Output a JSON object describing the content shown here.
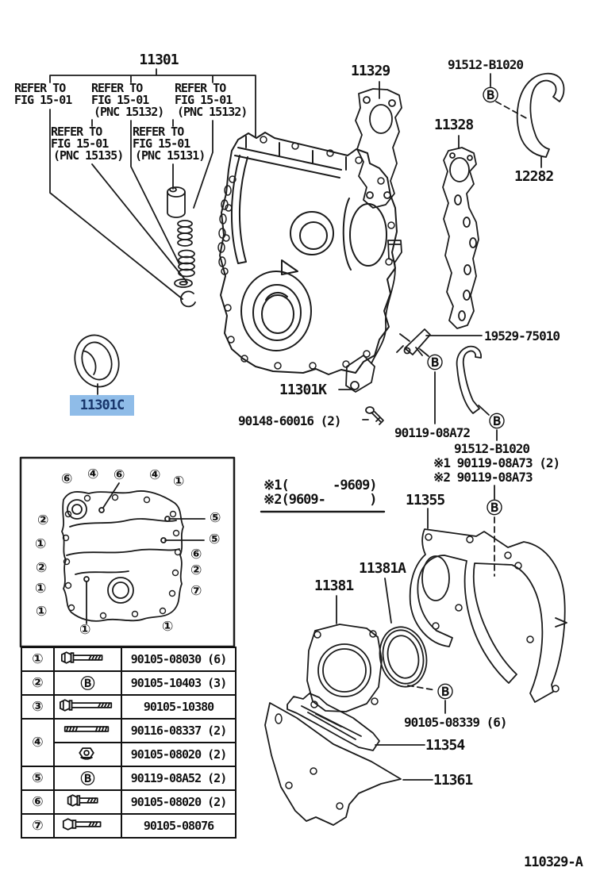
{
  "title": "11301",
  "footer_code": "110329-A",
  "marker_b": "Ⓑ",
  "colors": {
    "line": "#1b1b1b",
    "highlight_bg": "#8FBCE8",
    "highlight_fg": "#17356B"
  },
  "highlight": {
    "text": "11301C"
  },
  "refer_notes": [
    {
      "line1": "REFER TO",
      "line2": "FIG 15-01",
      "line3": ""
    },
    {
      "line1": "REFER TO",
      "line2": "FIG 15-01",
      "line3": "(PNC 15132)"
    },
    {
      "line1": "REFER TO",
      "line2": "FIG 15-01",
      "line3": "(PNC 15132)"
    },
    {
      "line1": "REFER TO",
      "line2": "FIG 15-01",
      "line3": "(PNC 15135)"
    },
    {
      "line1": "REFER TO",
      "line2": "FIG 15-01",
      "line3": "(PNC 15131)"
    }
  ],
  "labels": {
    "p11329": "11329",
    "p91512_top": "91512-B1020",
    "p11328": "11328",
    "p12282": "12282",
    "p19529": "19529-75010",
    "p11301k": "11301K",
    "p90148": "90148-60016 (2)",
    "p90119_08a72": "90119-08A72",
    "p91512_mid": "91512-B1020",
    "p90119_08a73_1": "※1 90119-08A73 (2)",
    "p90119_08a73_2": "※2 90119-08A73",
    "p11355": "11355",
    "p11381a": "11381A",
    "p11381": "11381",
    "p90105_08339": "90105-08339 (6)",
    "p11354": "11354",
    "p11361": "11361"
  },
  "spec_notes": {
    "note1": "※1(      -9609)",
    "note2": "※2(9609-      )"
  },
  "fastener_table": {
    "rows": [
      {
        "num": "①",
        "icon": "flange-bolt-long",
        "part": "90105-08030 (6)"
      },
      {
        "num": "②",
        "icon": "nut-b",
        "part": "90105-10403 (3)"
      },
      {
        "num": "③",
        "icon": "flange-bolt-xlong",
        "part": "90105-10380"
      },
      {
        "num": "④",
        "icon": "stud-bolt",
        "part": "90116-08337 (2)"
      },
      {
        "num": "",
        "icon": "flange-nut",
        "part": "90105-08020 (2)"
      },
      {
        "num": "⑤",
        "icon": "nut-b",
        "part": "90119-08A52 (2)"
      },
      {
        "num": "⑥",
        "icon": "flange-bolt-short",
        "part": "90105-08020 (2)"
      },
      {
        "num": "⑦",
        "icon": "hex-bolt",
        "part": "90105-08076"
      }
    ]
  },
  "bolt_map": [
    {
      "sym": "⑥"
    },
    {
      "sym": "④"
    },
    {
      "sym": "⑥"
    },
    {
      "sym": "④"
    },
    {
      "sym": "①"
    },
    {
      "sym": "②"
    },
    {
      "sym": "①"
    },
    {
      "sym": "②"
    },
    {
      "sym": "①"
    },
    {
      "sym": "①"
    },
    {
      "sym": "⑤"
    },
    {
      "sym": "⑤"
    },
    {
      "sym": "⑥"
    },
    {
      "sym": "②"
    },
    {
      "sym": "⑦"
    },
    {
      "sym": "①"
    },
    {
      "sym": "①"
    }
  ]
}
